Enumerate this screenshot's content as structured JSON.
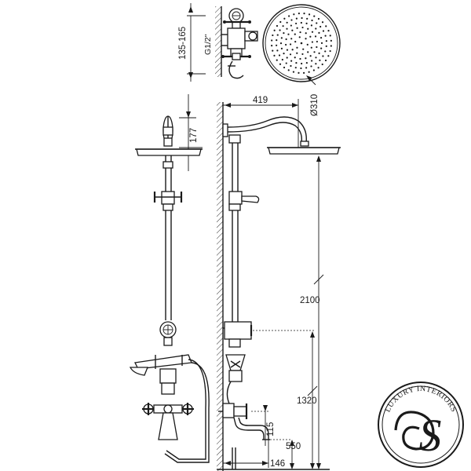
{
  "dimensions": {
    "connection_spacing": "135-165",
    "thread_size": "G1/2\"",
    "head_diameter": "Ø310",
    "arm_reach": "419",
    "head_to_rail_top": "177",
    "overall_height": "2100",
    "mixer_height": "1320",
    "spout_offset": "115",
    "spout_height": "550",
    "wall_offset": "146"
  },
  "logo": {
    "ring_text": "LUXURY INTERIORS",
    "monogram": "S"
  },
  "colors": {
    "line": "#1a1a1a",
    "background": "#ffffff"
  }
}
